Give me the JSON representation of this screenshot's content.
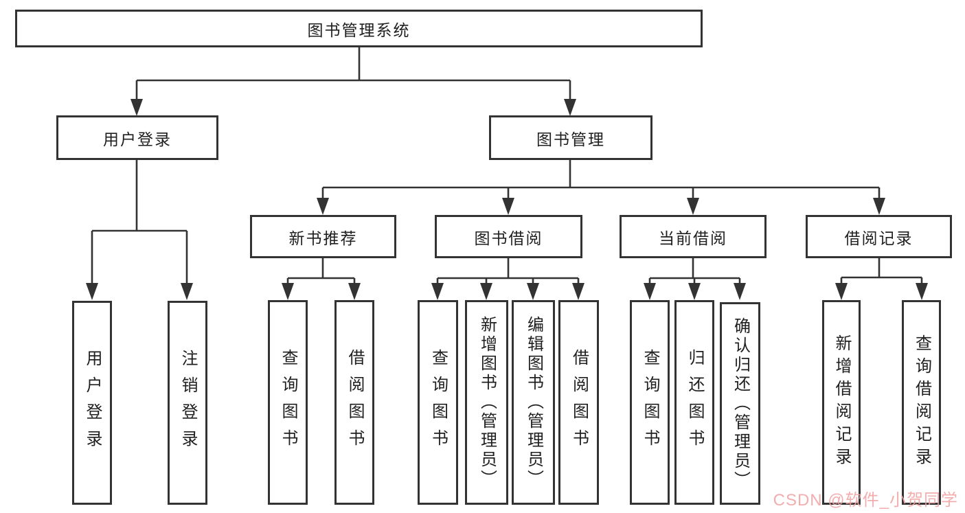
{
  "diagram": {
    "root": {
      "label": "图书管理系统"
    },
    "branches": [
      {
        "label": "用户登录",
        "children": [
          {
            "label": "用户登录"
          },
          {
            "label": "注销登录"
          }
        ]
      },
      {
        "label": "图书管理",
        "children": [
          {
            "label": "新书推荐",
            "children": [
              {
                "label": "查询图书"
              },
              {
                "label": "借阅图书"
              }
            ]
          },
          {
            "label": "图书借阅",
            "children": [
              {
                "label": "查询图书"
              },
              {
                "label": "新增图书（管理员）"
              },
              {
                "label": "编辑图书（管理员）"
              },
              {
                "label": "借阅图书"
              }
            ]
          },
          {
            "label": "当前借阅",
            "children": [
              {
                "label": "查询图书"
              },
              {
                "label": "归还图书"
              },
              {
                "label": "确认归还（管理员）"
              }
            ]
          },
          {
            "label": "借阅记录",
            "children": [
              {
                "label": "新增借阅记录"
              },
              {
                "label": "查询借阅记录"
              }
            ]
          }
        ]
      }
    ]
  },
  "watermark": {
    "text": "CSDN @软件_小贺同学"
  },
  "colors": {
    "line": "#333333",
    "border": "#333333",
    "fill": "#ffffff",
    "text": "#1f1f1f",
    "background": "#ffffff",
    "watermark": "#f2a2a2"
  }
}
